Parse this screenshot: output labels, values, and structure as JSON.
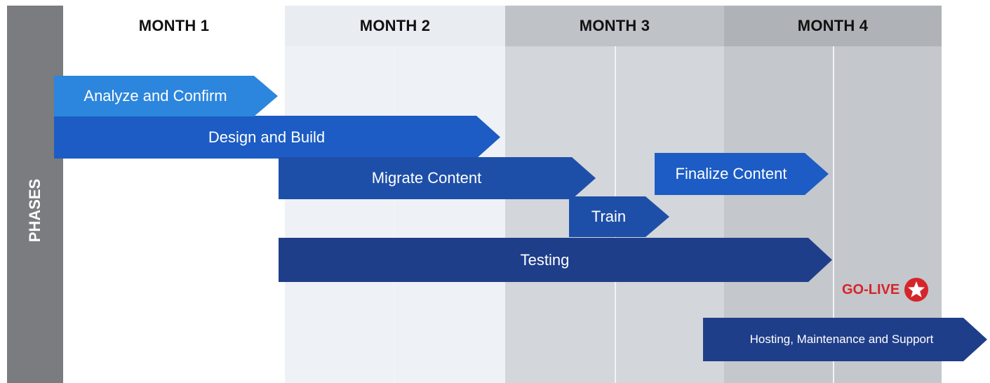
{
  "diagram": {
    "phases_label": "PHASES",
    "months": [
      "MONTH 1",
      "MONTH 2",
      "MONTH 3",
      "MONTH 4"
    ],
    "phases": [
      {
        "label": "Analyze and Confirm"
      },
      {
        "label": "Design and Build"
      },
      {
        "label": "Migrate Content"
      },
      {
        "label": "Finalize Content"
      },
      {
        "label": "Train"
      },
      {
        "label": "Testing"
      },
      {
        "label": "Hosting, Maintenance and Support"
      }
    ],
    "milestone": {
      "label": "GO-LIVE",
      "icon": "star-icon",
      "color": "#d6252a"
    },
    "colors": {
      "phases_bar": "#7a7c7f",
      "arrow_light": "#2c86dd",
      "arrow_mid": "#1c5cc4",
      "arrow_dark": "#1e4fa8",
      "arrow_navy": "#1f3e8a"
    }
  }
}
